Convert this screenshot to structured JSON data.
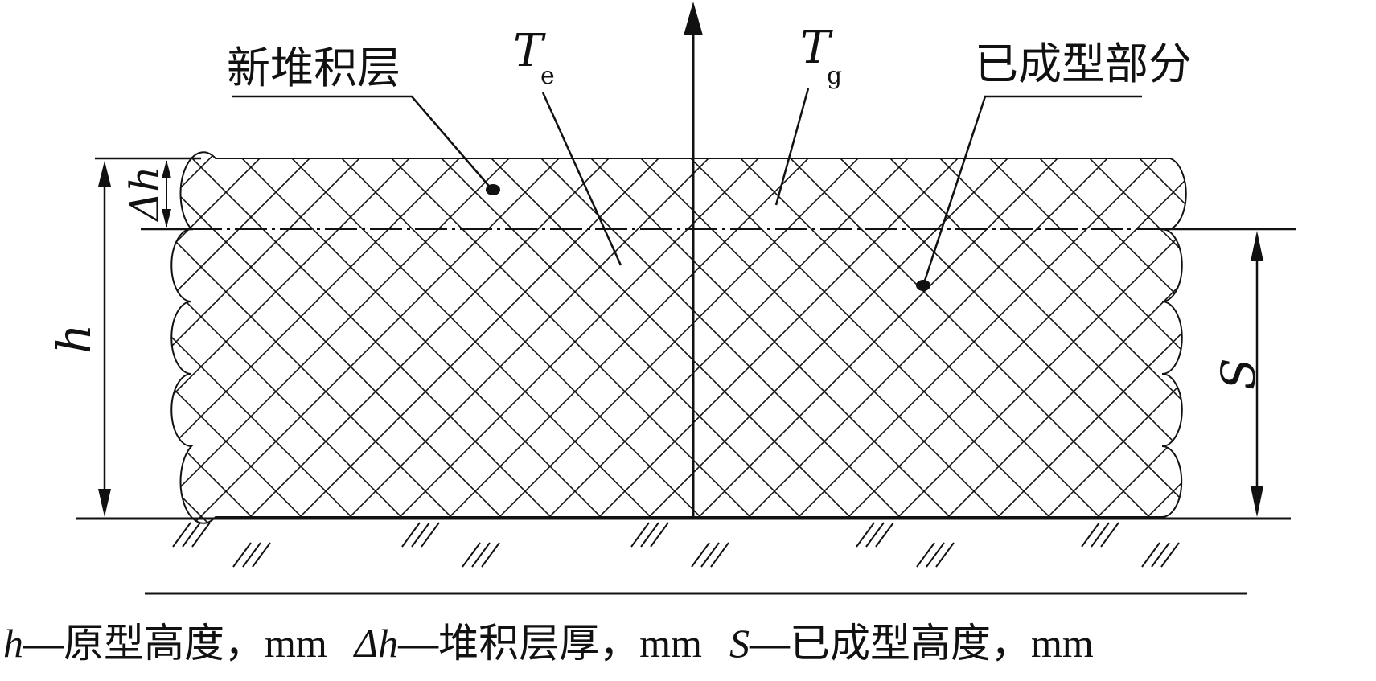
{
  "labels": {
    "new_layer": "新堆积层",
    "formed_part": "已成型部分",
    "te_main": "T",
    "te_sub": "e",
    "tg_main": "T",
    "tg_sub": "g",
    "h": "h",
    "dh": "Δh",
    "s": "S"
  },
  "caption": [
    {
      "symbol": "h",
      "text": "—原型高度，mm"
    },
    {
      "symbol": "Δh",
      "text": "—堆积层厚，mm"
    },
    {
      "symbol": "S",
      "text": "—已成型高度，mm"
    }
  ],
  "colors": {
    "line": "#111111",
    "background": "#ffffff"
  }
}
